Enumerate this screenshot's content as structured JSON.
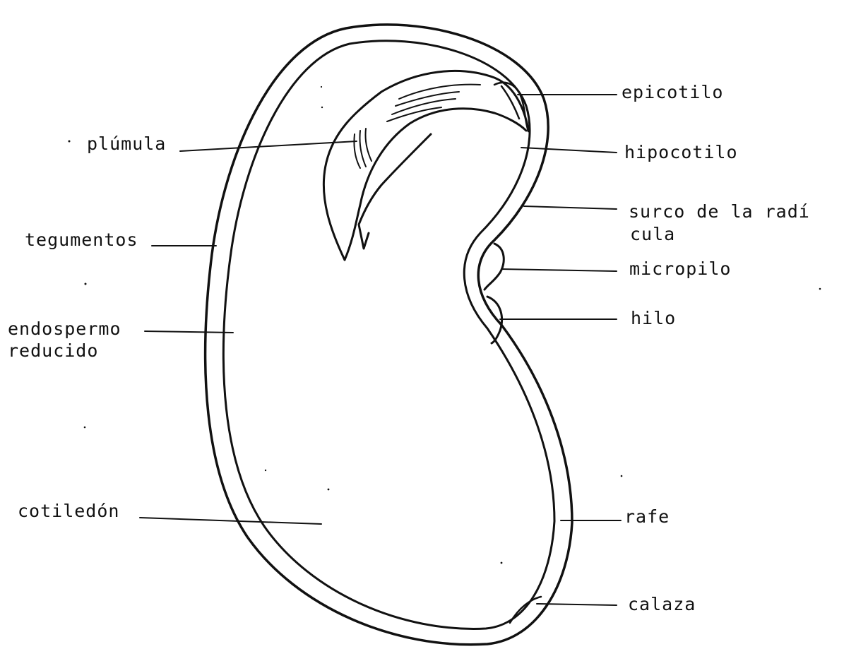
{
  "labels": {
    "epicotilo": "epicotilo",
    "plumula": "plúmula",
    "hipocotilo": "hipocotilo",
    "surco_line1": "surco de la radí",
    "surco_line2": "cula",
    "tegumentos": "tegumentos",
    "micropilo": "micropilo",
    "hilo": "hilo",
    "endospermo_line1": "endospermo",
    "endospermo_line2": "reducido",
    "cotiledon": "cotiledón",
    "rafe": "rafe",
    "calaza": "calaza"
  },
  "colors": {
    "ink": "#111111",
    "background": "#ffffff"
  }
}
